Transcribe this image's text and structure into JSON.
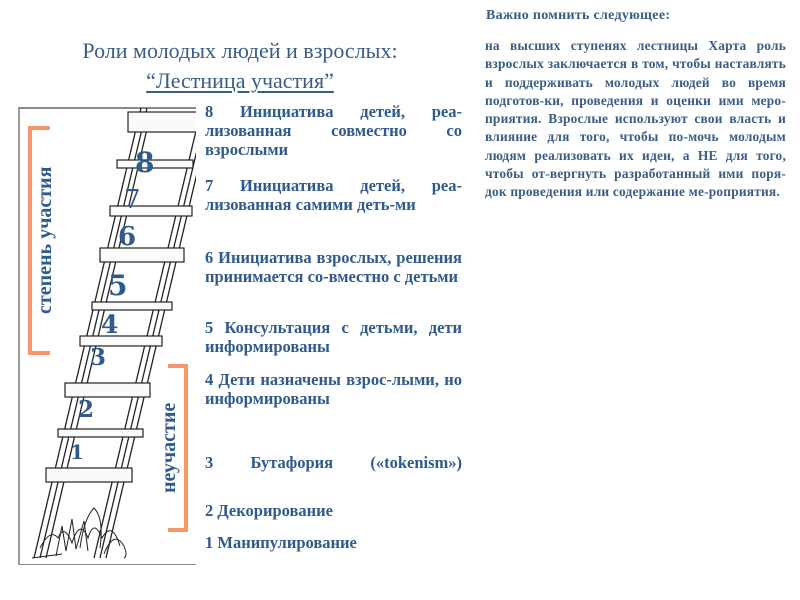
{
  "title": {
    "line1": "Роли молодых людей и взрослых:",
    "line2": "“Лестница участия”"
  },
  "ladder": {
    "left_label": "степень участия",
    "right_label": "неучастие",
    "rungs": [
      "8",
      "7",
      "6",
      "5",
      "4",
      "3",
      "2",
      "1"
    ]
  },
  "steps": [
    {
      "text": "8 Инициатива детей, реа-лизованная совместно со взрослыми"
    },
    {
      "text": "7 Инициатива детей, реа-лизованная самими деть-ми"
    },
    {
      "text": "6 Инициатива взрослых, решения принимается со-вместно с детьми"
    },
    {
      "text": "5 Консультация с детьми, дети информированы"
    },
    {
      "text": "4 Дети назначены взрос-лыми, но информированы"
    },
    {
      "text": "3 Бутафория («tokenism»)"
    },
    {
      "text": "2 Декорирование"
    },
    {
      "text": "1 Манипулирование"
    }
  ],
  "note": {
    "title": "Важно помнить следующее:",
    "body": "на высших ступенях лестницы Харта роль взрослых заключается в том, чтобы наставлять и поддерживать молодых людей во время подготов-ки, проведения и оценки ими меро-приятия. Взрослые используют свои власть и влияние для того, чтобы по-мочь молодым людям реализовать их идеи, а НЕ для того, чтобы от-вергнуть разработанный ими поря-док проведения или содержание ме-роприятия."
  },
  "colors": {
    "text_blue": "#2f5a8c",
    "bracket_orange": "#f4976a",
    "frame_gray": "#8a8a8a"
  }
}
